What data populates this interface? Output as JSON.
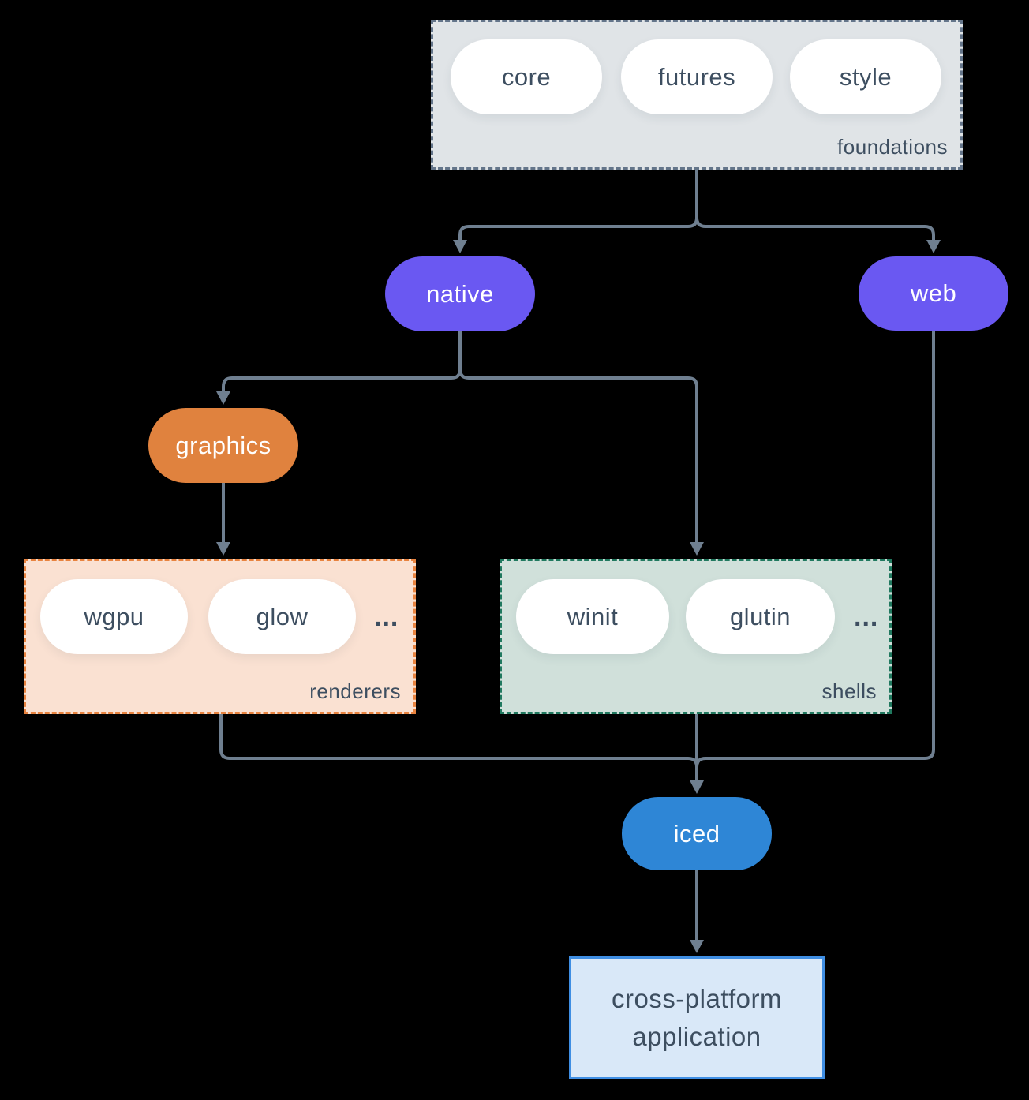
{
  "groups": {
    "foundations": {
      "label": "foundations",
      "pills": [
        "core",
        "futures",
        "style"
      ]
    },
    "renderers": {
      "label": "renderers",
      "pills": [
        "wgpu",
        "glow"
      ],
      "ellipsis": "..."
    },
    "shells": {
      "label": "shells",
      "pills": [
        "winit",
        "glutin"
      ],
      "ellipsis": "..."
    }
  },
  "nodes": {
    "native": {
      "label": "native"
    },
    "web": {
      "label": "web"
    },
    "graphics": {
      "label": "graphics"
    },
    "iced": {
      "label": "iced"
    },
    "application": {
      "line1": "cross-platform",
      "line2": "application"
    }
  },
  "colors": {
    "background": "#000000",
    "arrow": "#6f7f90",
    "foundations_bg": "#e0e4e7",
    "foundations_border": "#64758a",
    "pill_bg": "#ffffff",
    "text_dark": "#3d4e60",
    "purple": "#6a58f2",
    "orange": "#e0823e",
    "renderers_bg": "#fae1d2",
    "renderers_border": "#e8833f",
    "shells_bg": "#d0e0da",
    "shells_border": "#20795f",
    "iced_blue": "#2e86d6",
    "application_bg": "#d9e8f8",
    "application_border": "#3f8ee3"
  }
}
